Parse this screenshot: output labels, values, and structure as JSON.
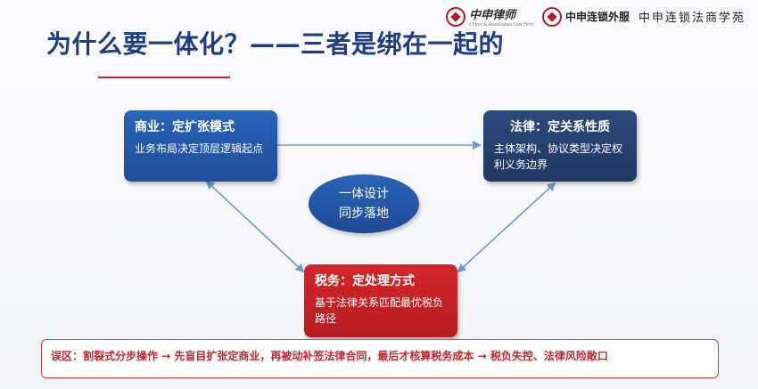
{
  "header": {
    "logo1_name": "中申律师",
    "logo1_sub": "Chinn & Associates Law Firm",
    "logo2_name": "中申连锁外服",
    "academy": "中申连锁法商学苑"
  },
  "slide": {
    "title": "为什么要一体化？——三者是绑在一起的"
  },
  "boxes": {
    "commerce": {
      "head": "商业：定扩张模式",
      "body": "业务布局决定顶层逻辑起点"
    },
    "law": {
      "head": "法律：定关系性质",
      "body": "主体架构、协议类型决定权利义务边界"
    },
    "tax": {
      "head": "税务：定处理方式",
      "body": "基于法律关系匹配最优税负路径"
    }
  },
  "center": {
    "line1": "一体设计",
    "line2": "同步落地"
  },
  "note": {
    "text": "误区：割裂式分步操作 → 先盲目扩张定商业，再被动补签法律合同，最后才核算税务成本 → 税负失控、法律风险敞口"
  },
  "colors": {
    "title": "#1f3e82",
    "accent_red": "#c1272d",
    "box_blue": "#1e4e9a",
    "box_navy": "#1f3863",
    "box_red": "#b71c22",
    "arrow": "#6b9bd2"
  }
}
